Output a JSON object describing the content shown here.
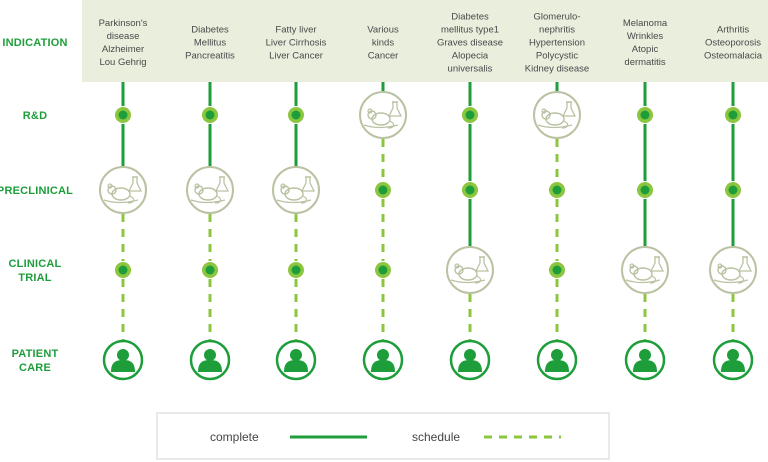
{
  "colors": {
    "green": "#1e9e3b",
    "light_green": "#8cc63f",
    "dot_ring": "#8cc63f",
    "mouse_ring": "#b9c2a2",
    "header_bg": "#e9eedd",
    "label_text": "#1e9e3b",
    "body_text": "#4a4a4a",
    "legend_border": "#d5d5d5"
  },
  "stages": [
    {
      "id": "indication",
      "lines": [
        "INDICATION"
      ]
    },
    {
      "id": "rd",
      "lines": [
        "R&D"
      ]
    },
    {
      "id": "preclinical",
      "lines": [
        "PRECLINICAL"
      ]
    },
    {
      "id": "clinical",
      "lines": [
        "CLINICAL",
        "TRIAL"
      ]
    },
    {
      "id": "patient",
      "lines": [
        "PATIENT",
        "CARE"
      ]
    }
  ],
  "columns": [
    {
      "indication": [
        "Parkinson's",
        "disease",
        "Alzheimer",
        "Lou Gehrig"
      ],
      "current_stage": 2
    },
    {
      "indication": [
        "Diabetes",
        "Mellitus",
        "Pancreatitis"
      ],
      "current_stage": 2
    },
    {
      "indication": [
        "Fatty liver",
        "Liver Cirrhosis",
        "Liver Cancer"
      ],
      "current_stage": 2
    },
    {
      "indication": [
        "Various",
        "kinds",
        "Cancer"
      ],
      "current_stage": 1
    },
    {
      "indication": [
        "Diabetes",
        "mellitus type1",
        "Graves disease",
        "Alopecia",
        "universalis"
      ],
      "current_stage": 3
    },
    {
      "indication": [
        "Glomerulo-",
        "nephritis",
        "Hypertension",
        "Polycystic",
        "Kidney disease"
      ],
      "current_stage": 1
    },
    {
      "indication": [
        "Melanoma",
        "Wrinkles",
        "Atopic",
        "dermatitis"
      ],
      "current_stage": 3
    },
    {
      "indication": [
        "Arthritis",
        "Osteoporosis",
        "Osteomalacia"
      ],
      "current_stage": 3
    }
  ],
  "legend": {
    "complete": "complete",
    "schedule": "schedule"
  }
}
